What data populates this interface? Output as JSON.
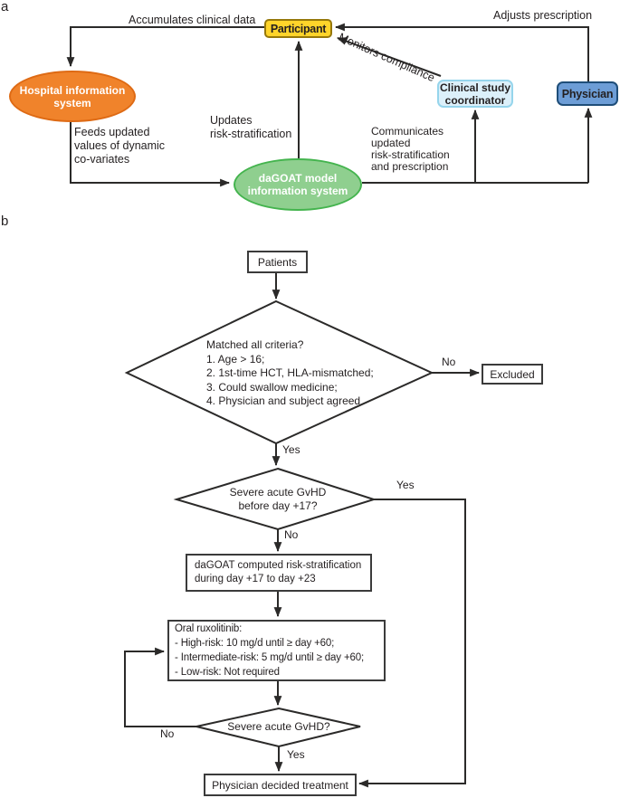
{
  "colors": {
    "participant_fill": "#FFD42A",
    "participant_border": "#96780A",
    "hospital_fill": "#F0832B",
    "hospital_border": "#DE6A14",
    "dagoat_fill": "#8FCF8F",
    "dagoat_border": "#44B44E",
    "coordinator_fill": "#DCF0FA",
    "coordinator_border": "#96D5EC",
    "physician_fill": "#6D9DD6",
    "physician_border": "#1F4E79",
    "line": "#2B2A29"
  },
  "panel_a": {
    "label": "a",
    "nodes": {
      "participant": "Participant",
      "hospital": "Hospital information\nsystem",
      "dagoat": "daGOAT model\ninformation system",
      "coordinator": "Clinical study\ncoordinator",
      "physician": "Physician"
    },
    "edge_labels": {
      "accumulates": "Accumulates clinical data",
      "adjusts": "Adjusts prescription",
      "monitors": "Monitors compliance",
      "updates": "Updates\nrisk-stratification",
      "feeds": "Feeds updated\nvalues of dynamic\nco-variates",
      "communicates": "Communicates\nupdated\nrisk-stratification\nand prescription"
    }
  },
  "panel_b": {
    "label": "b",
    "nodes": {
      "patients": "Patients",
      "criteria": "Matched all criteria?\n1. Age > 16;\n2. 1st-time HCT, HLA-mismatched;\n3. Could swallow medicine;\n4. Physician and subject agreed",
      "excluded": "Excluded",
      "gvhd_day17": "Severe acute GvHD\nbefore day +17?",
      "dagoat_computed": "daGOAT computed risk-stratification\nduring day +17 to day +23",
      "ruxolitinib": "Oral ruxolitinib:\n- High-risk: 10 mg/d until ≥ day +60;\n- Intermediate-risk: 5 mg/d until ≥ day +60;\n- Low-risk: Not required",
      "gvhd": "Severe acute GvHD?",
      "physician_decided": "Physician decided treatment"
    },
    "branch_labels": {
      "criteria_yes": "Yes",
      "criteria_no": "No",
      "gvhd17_yes": "Yes",
      "gvhd17_no": "No",
      "gvhd_no": "No",
      "gvhd_yes": "Yes"
    }
  }
}
